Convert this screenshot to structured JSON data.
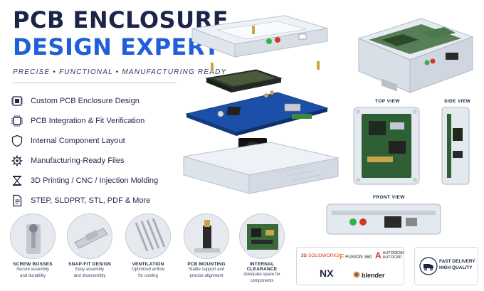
{
  "header": {
    "title_line1": "PCB ENCLOSURE",
    "title_line2": "DESIGN EXPERT",
    "tagline": "PRECISE • FUNCTIONAL • MANUFACTURING READY"
  },
  "features": [
    {
      "icon": "pcb-chip-icon",
      "label": "Custom PCB Enclosure Design"
    },
    {
      "icon": "chip-icon",
      "label": "PCB Integration & Fit Verification"
    },
    {
      "icon": "shield-icon",
      "label": "Internal Component Layout"
    },
    {
      "icon": "gear-icon",
      "label": "Manufacturing-Ready Files"
    },
    {
      "icon": "printer-icon",
      "label": "3D Printing / CNC / Injection Molding"
    },
    {
      "icon": "document-icon",
      "label": "STEP, SLDPRT, STL, PDF & More"
    }
  ],
  "views": {
    "top": "TOP VIEW",
    "side": "SIDE VIEW",
    "front": "FRONT VIEW"
  },
  "details": [
    {
      "title": "SCREW BOSSES",
      "desc1": "Secure assembly",
      "desc2": "and durability"
    },
    {
      "title": "SNAP-FIT DESIGN",
      "desc1": "Easy assembly",
      "desc2": "and disassembly"
    },
    {
      "title": "VENTILATION",
      "desc1": "Optimized airflow",
      "desc2": "for cooling"
    },
    {
      "title": "PCB MOUNTING",
      "desc1": "Stable support and",
      "desc2": "precise alignment"
    },
    {
      "title": "INTERNAL CLEARANCE",
      "desc1": "Adequate space for",
      "desc2": "components"
    }
  ],
  "software": {
    "solidworks": "SOLIDWORKS",
    "fusion": "FUSION 360",
    "autodesk_line1": "AUTODESK",
    "autodesk_line2": "AUTOCAD",
    "nx": "NX",
    "blender": "blender"
  },
  "delivery": {
    "line1": "FAST DELIVERY",
    "line2": "HIGH QUALITY"
  },
  "colors": {
    "navy": "#1b2548",
    "accent_blue": "#1f5fd8",
    "pcb_blue": "#1c4fa8",
    "pcb_green": "#2f6b34"
  }
}
